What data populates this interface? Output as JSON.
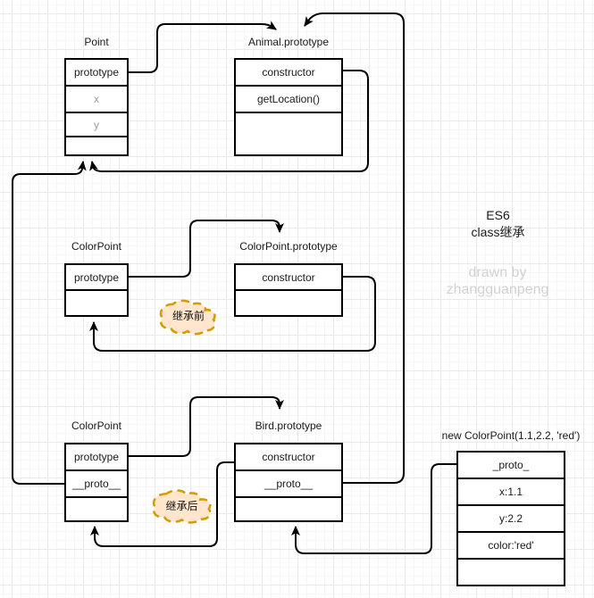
{
  "diagram": {
    "nodes": {
      "point": {
        "title": "Point",
        "rows": [
          "prototype",
          "x",
          "y",
          ""
        ]
      },
      "animal_prototype": {
        "title": "Animal.prototype",
        "rows": [
          "constructor",
          "getLocation()",
          ""
        ]
      },
      "colorpoint_before": {
        "title": "ColorPoint",
        "rows": [
          "prototype",
          ""
        ]
      },
      "colorpoint_prototype": {
        "title": "ColorPoint.prototype",
        "rows": [
          "constructor",
          ""
        ]
      },
      "colorpoint_after": {
        "title": "ColorPoint",
        "rows": [
          "prototype",
          "__proto__",
          ""
        ]
      },
      "bird_prototype": {
        "title": "Bird.prototype",
        "rows": [
          "constructor",
          "__proto__",
          ""
        ]
      },
      "instance": {
        "title": "new ColorPoint(1.1,2.2, 'red')",
        "rows": [
          "_proto_",
          "x:1.1",
          "y:2.2",
          "color:'red'",
          ""
        ]
      }
    },
    "clouds": {
      "before": "继承前",
      "after": "继承后"
    },
    "annotations": {
      "title_line1": "ES6",
      "title_line2": "class继承",
      "watermark_line1": "drawn by",
      "watermark_line2": "zhangguanpeng"
    },
    "edges": [
      {
        "from": "point.prototype",
        "to": "animal_prototype"
      },
      {
        "from": "animal_prototype.constructor",
        "to": "point"
      },
      {
        "from": "colorpoint_before.prototype",
        "to": "colorpoint_prototype"
      },
      {
        "from": "colorpoint_prototype.constructor",
        "to": "colorpoint_before"
      },
      {
        "from": "colorpoint_after.prototype",
        "to": "bird_prototype"
      },
      {
        "from": "colorpoint_after.__proto__",
        "to": "point"
      },
      {
        "from": "bird_prototype.constructor",
        "to": "colorpoint_after"
      },
      {
        "from": "bird_prototype.__proto__",
        "to": "animal_prototype"
      },
      {
        "from": "instance._proto_",
        "to": "bird_prototype"
      }
    ],
    "colors": {
      "edge_stroke": "#000000",
      "cloud_border": "#d79b00",
      "cloud_fill": "#ffe6cc",
      "muted_cell_text": "#9b9b9b",
      "watermark_text": "#d2d2d2",
      "grid_major": "#e9e9e9",
      "grid_minor": "#f6f6f6"
    }
  }
}
